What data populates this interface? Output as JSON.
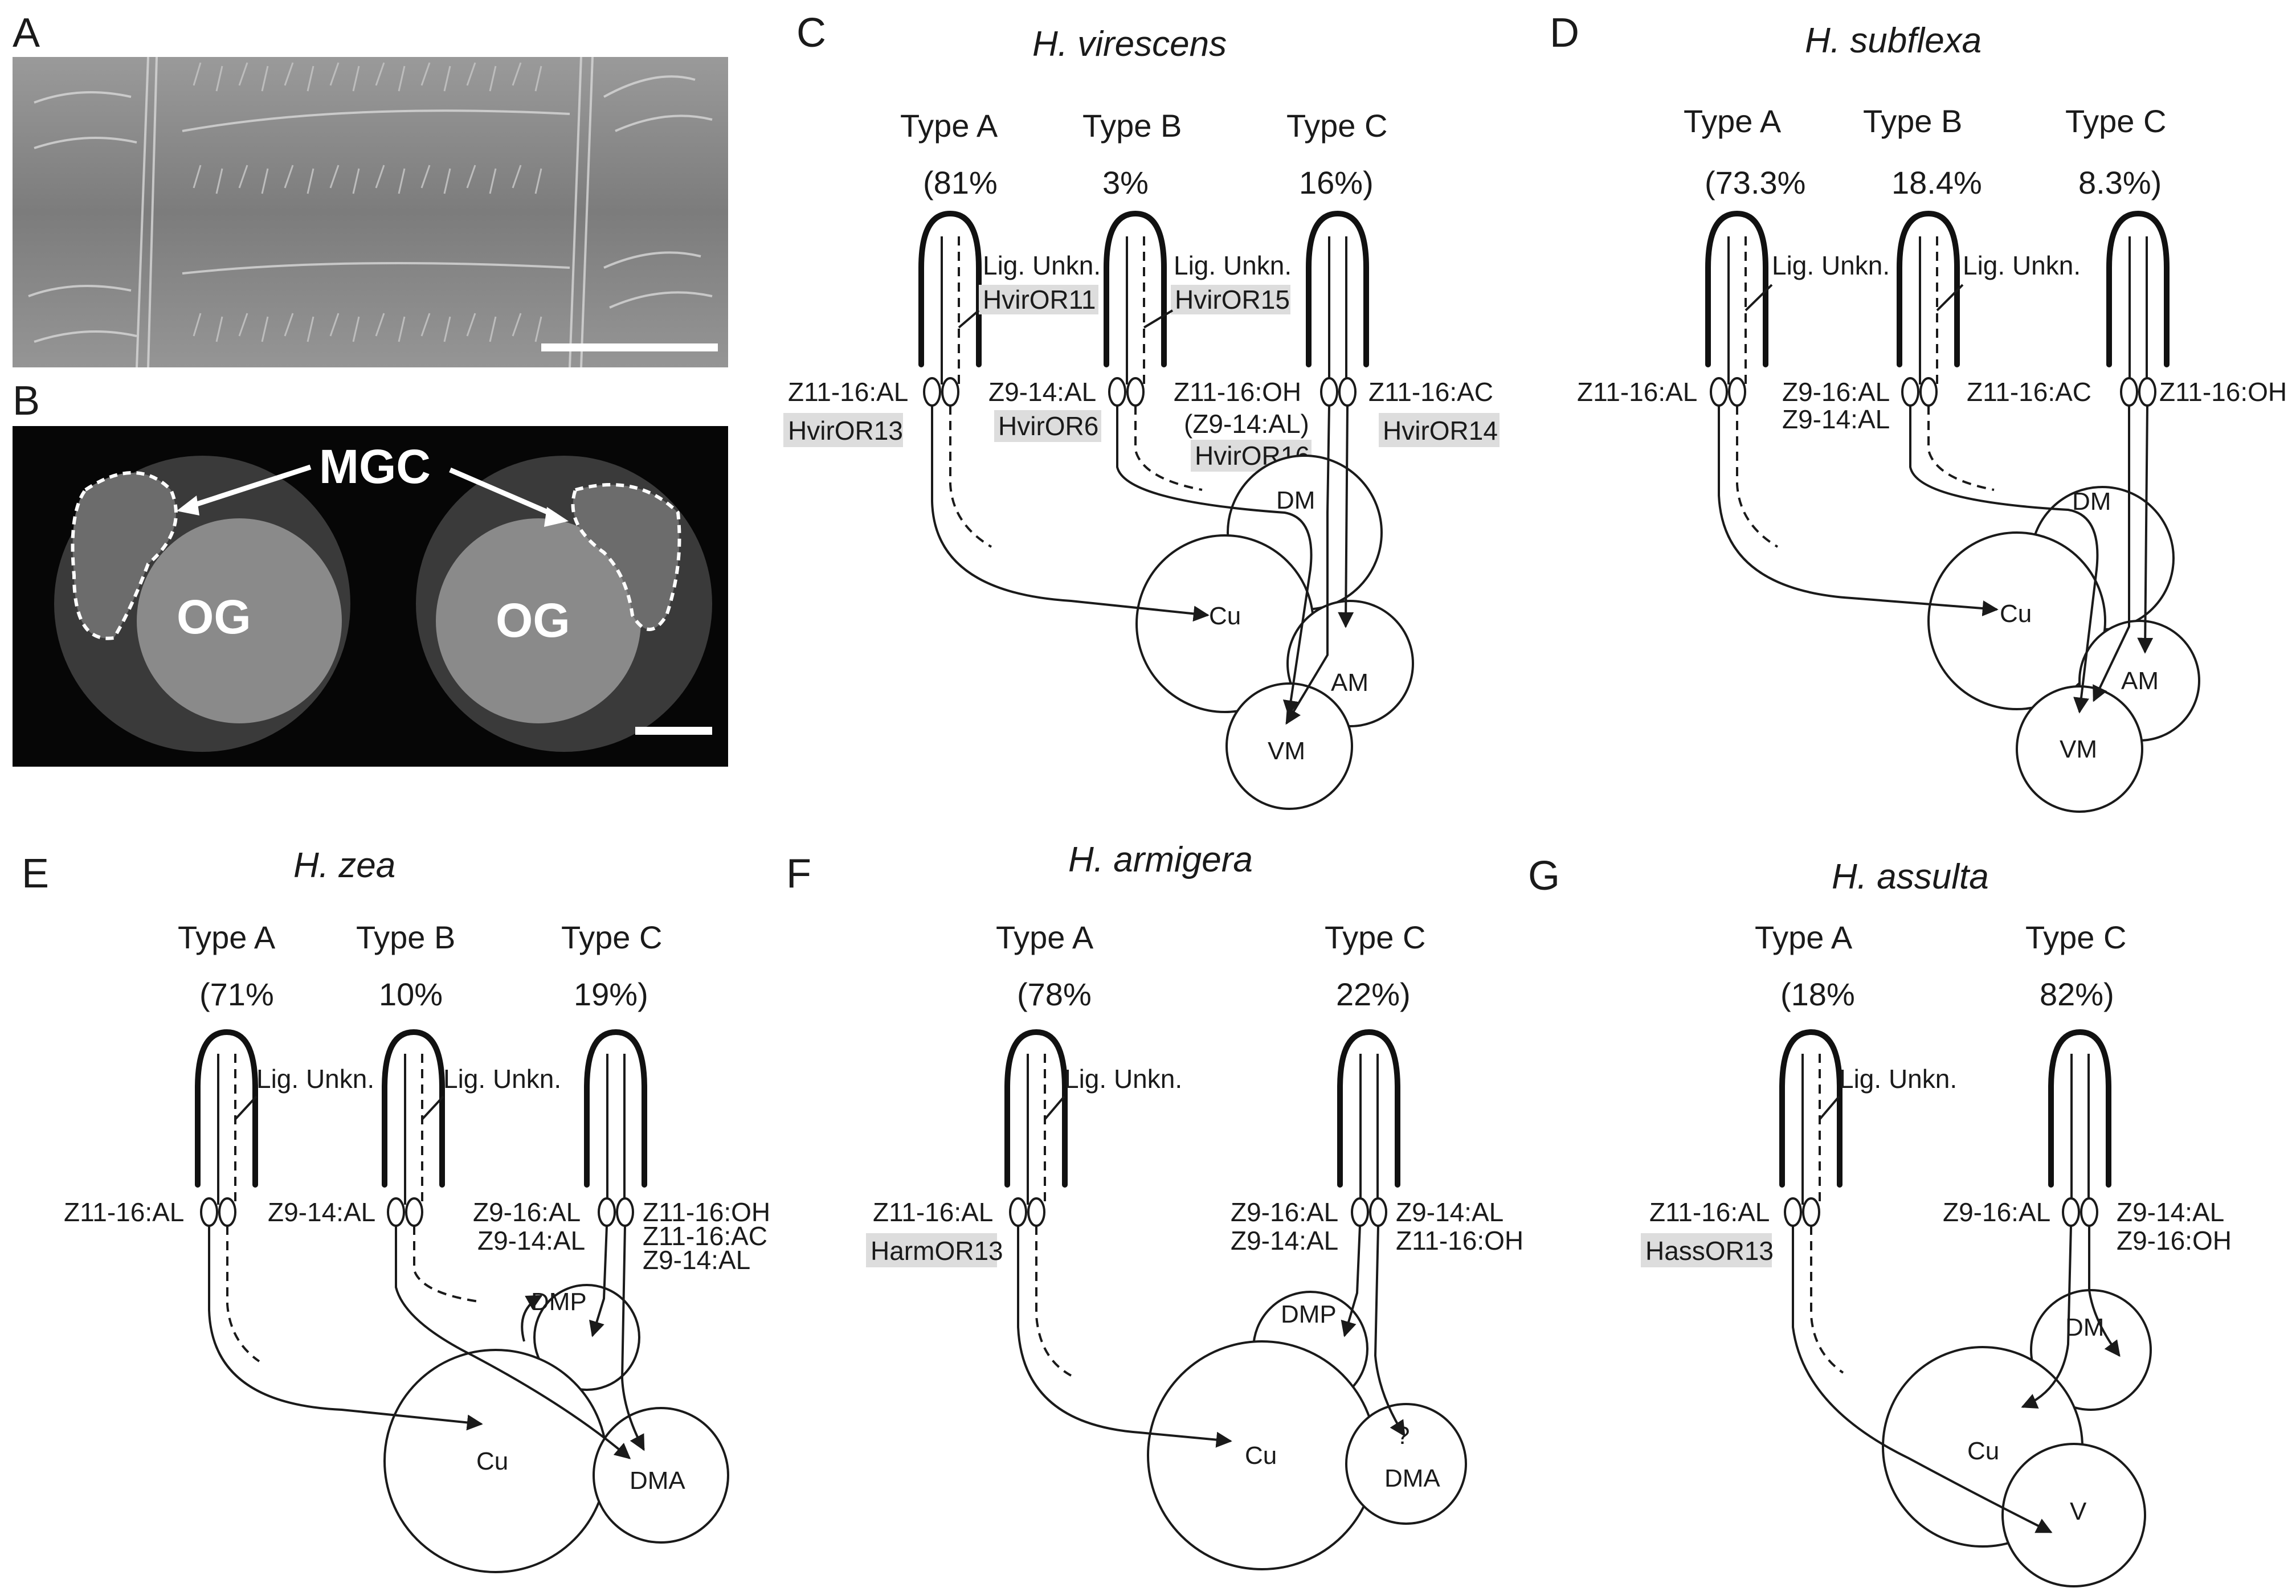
{
  "panels": {
    "A": {
      "label": "A"
    },
    "B": {
      "label": "B",
      "mgc": "MGC",
      "og_left": "OG",
      "og_right": "OG"
    },
    "C": {
      "label": "C",
      "species": "H. virescens",
      "type_a": "Type A",
      "type_b": "Type B",
      "type_c": "Type C",
      "pct_a": "(81%",
      "pct_b": "3%",
      "pct_c": "16%)",
      "lig1": "Lig. Unkn.",
      "lig2": "Lig. Unkn.",
      "or11": "HvirOR11",
      "or15": "HvirOR15",
      "a_left": "Z11-16:AL",
      "b_left": "Z9-14:AL",
      "c_left1": "Z11-16:OH",
      "c_left2": "(Z9-14:AL)",
      "c_right": "Z11-16:AC",
      "or13": "HvirOR13",
      "or6": "HvirOR6",
      "or16": "HvirOR16",
      "or14": "HvirOR14",
      "g_dm": "DM",
      "g_cu": "Cu",
      "g_am": "AM",
      "g_vm": "VM"
    },
    "D": {
      "label": "D",
      "species": "H. subflexa",
      "type_a": "Type A",
      "type_b": "Type B",
      "type_c": "Type C",
      "pct_a": "(73.3%",
      "pct_b": "18.4%",
      "pct_c": "8.3%)",
      "lig1": "Lig. Unkn.",
      "lig2": "Lig. Unkn.",
      "a_left": "Z11-16:AL",
      "b_left1": "Z9-16:AL",
      "b_left2": "Z9-14:AL",
      "c_left": "Z11-16:AC",
      "c_right": "Z11-16:OH",
      "g_dm": "DM",
      "g_cu": "Cu",
      "g_am": "AM",
      "g_vm": "VM"
    },
    "E": {
      "label": "E",
      "species": "H. zea",
      "type_a": "Type A",
      "type_b": "Type B",
      "type_c": "Type C",
      "pct_a": "(71%",
      "pct_b": "10%",
      "pct_c": "19%)",
      "lig1": "Lig. Unkn.",
      "lig2": "Lig. Unkn.",
      "a_left": "Z11-16:AL",
      "b_left": "Z9-14:AL",
      "c_left1": "Z9-16:AL",
      "c_left2": "Z9-14:AL",
      "c_right1": "Z11-16:OH",
      "c_right2": "Z11-16:AC",
      "c_right3": "Z9-14:AL",
      "g_dmp": "DMP",
      "g_cu": "Cu",
      "g_dma": "DMA"
    },
    "F": {
      "label": "F",
      "species": "H. armigera",
      "type_a": "Type A",
      "type_c": "Type C",
      "pct_a": "(78%",
      "pct_c": "22%)",
      "lig1": "Lig. Unkn.",
      "a_left": "Z11-16:AL",
      "or13": "HarmOR13",
      "c_left1": "Z9-16:AL",
      "c_left2": "Z9-14:AL",
      "c_right1": "Z9-14:AL",
      "c_right2": "Z11-16:OH",
      "g_dmp": "DMP",
      "g_cu": "Cu",
      "g_q": "?",
      "g_dma": "DMA"
    },
    "G": {
      "label": "G",
      "species": "H. assulta",
      "type_a": "Type A",
      "type_c": "Type C",
      "pct_a": "(18%",
      "pct_c": "82%)",
      "lig1": "Lig. Unkn.",
      "a_left": "Z11-16:AL",
      "or13": "HassOR13",
      "c_left": "Z9-16:AL",
      "c_right1": "Z9-14:AL",
      "c_right2": "Z9-16:OH",
      "g_dm": "DM",
      "g_cu": "Cu",
      "g_v": "V"
    }
  }
}
